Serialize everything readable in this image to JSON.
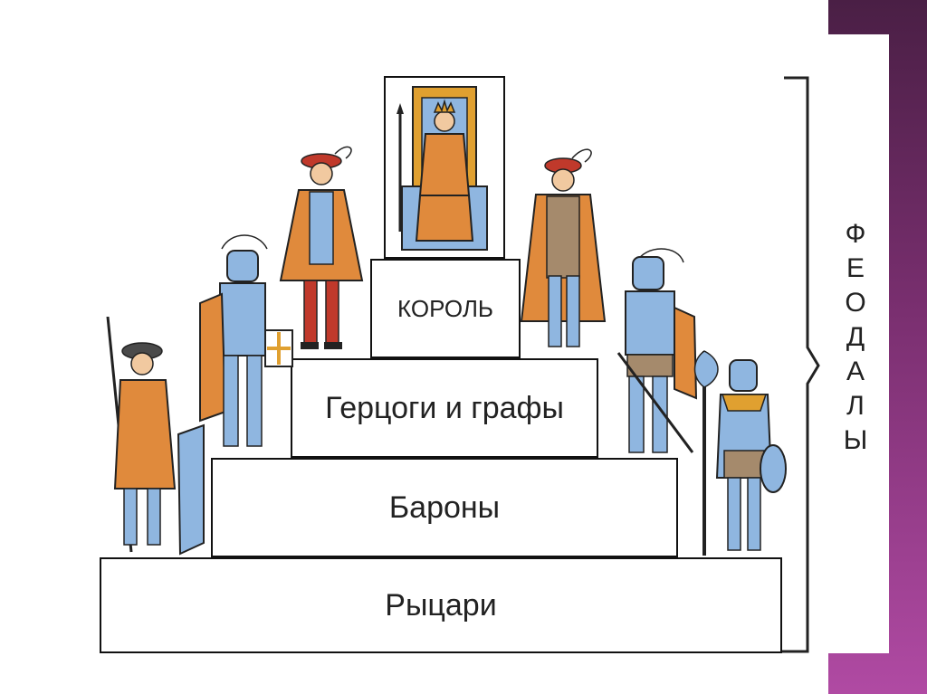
{
  "pyramid": {
    "king": "КОРОЛЬ",
    "dukes_counts": "Герцоги и графы",
    "barons": "Бароны",
    "knights": "Рыцари"
  },
  "side_label": [
    "Ф",
    "Е",
    "О",
    "Д",
    "А",
    "Л",
    "Ы"
  ],
  "colors": {
    "accent_purple": "#7a2f70",
    "armor_blue": "#8fb6e0",
    "cloak_orange": "#e08a3c",
    "cloak_red": "#c0392b",
    "gold": "#e0a030"
  },
  "illustrations": [
    "enthroned-king",
    "noble-left",
    "noble-right",
    "knight-left",
    "knight-right",
    "foot-soldier-left",
    "foot-soldier-right"
  ]
}
